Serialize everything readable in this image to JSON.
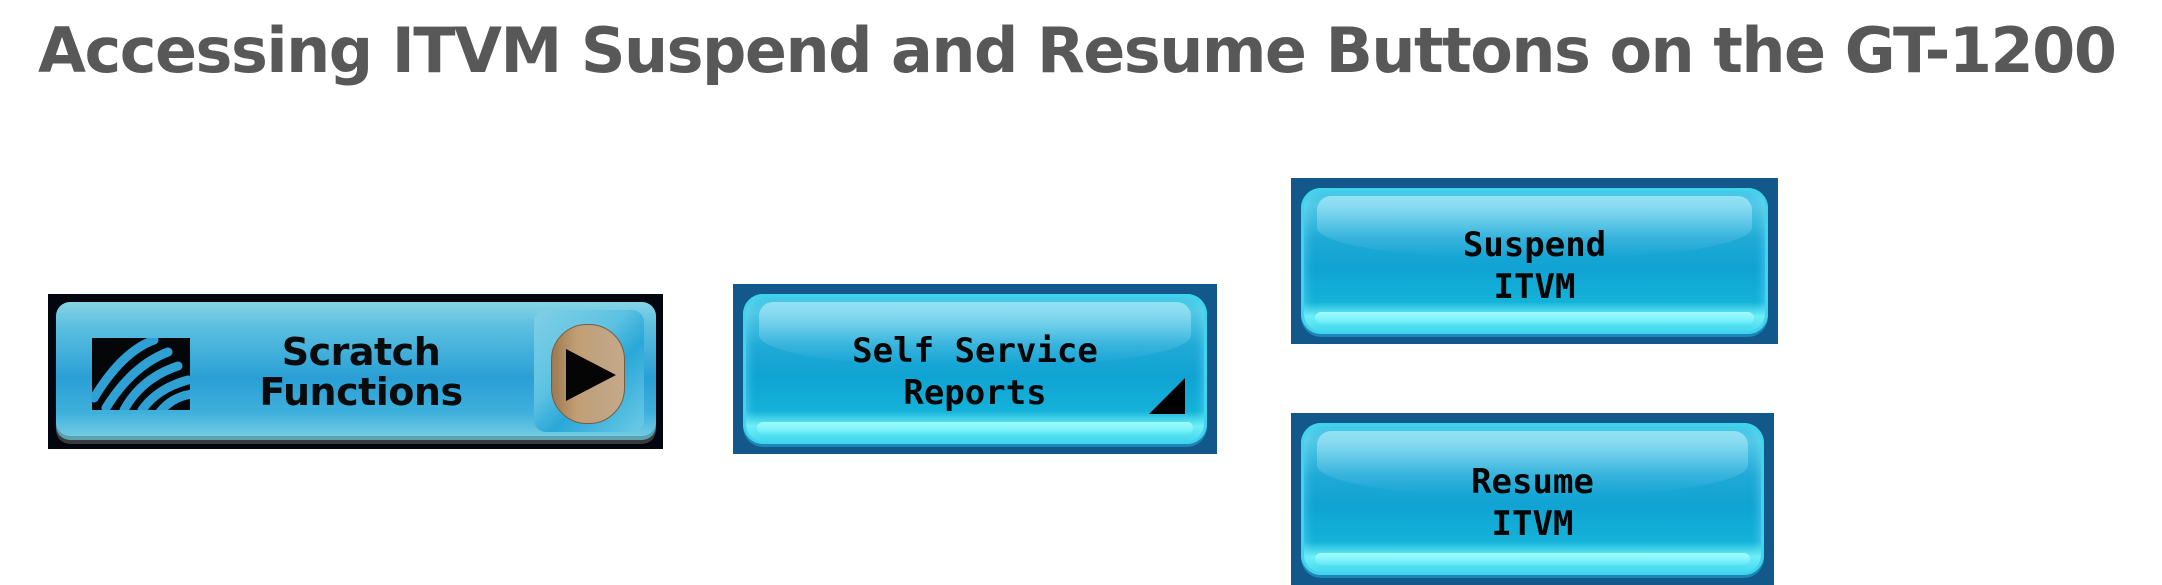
{
  "header": {
    "title": "Accessing ITVM Suspend and Resume Buttons on the GT-1200"
  },
  "buttons": {
    "scratch_functions": {
      "line1": "Scratch",
      "line2": "Functions",
      "icon": "scratch-scribble-icon",
      "arrow_icon": "play-arrow-icon"
    },
    "self_service_reports": {
      "line1": "Self Service",
      "line2": "Reports",
      "corner_icon": "corner-triangle-icon"
    },
    "suspend_itvm": {
      "line1": "Suspend",
      "line2": "ITVM"
    },
    "resume_itvm": {
      "line1": "Resume",
      "line2": "ITVM"
    }
  },
  "colors": {
    "title_text": "#585858",
    "scratch_frame": "#03050f",
    "scratch_button": "#37a8d8",
    "arrow_pill": "#c39f74",
    "gloss_frame": "#12588a",
    "gloss_button": "#10a3d3",
    "gloss_highlight": "#6ef0f7",
    "label_text": "#050505"
  }
}
